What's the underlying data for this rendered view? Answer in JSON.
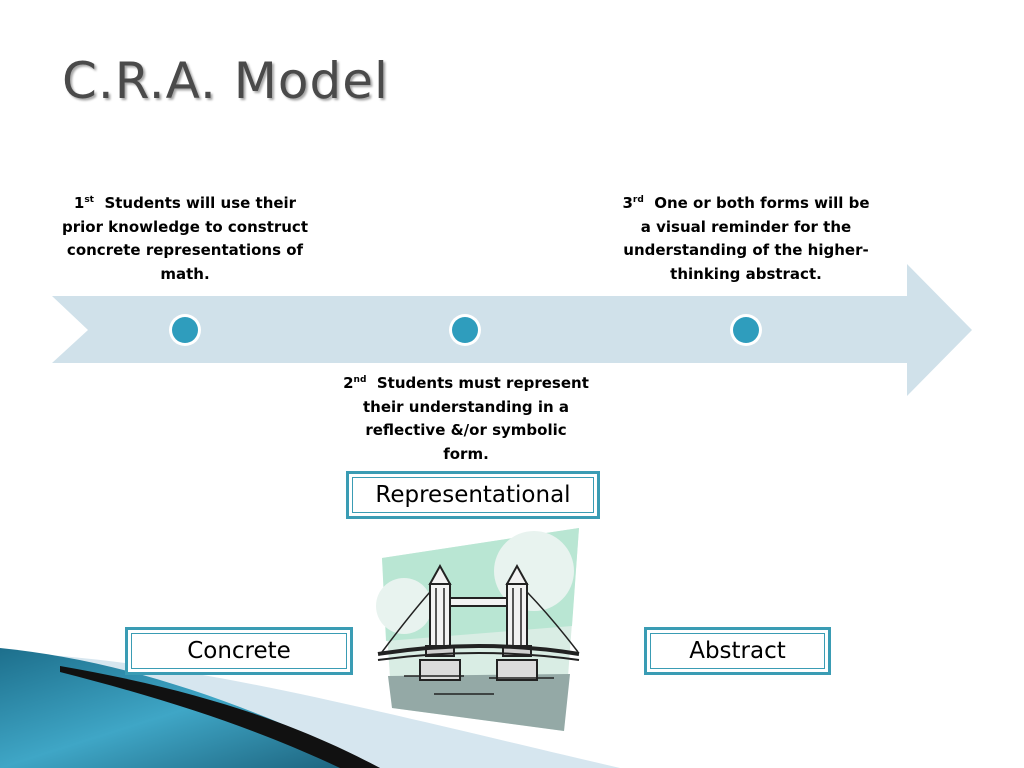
{
  "slide": {
    "title": "C.R.A. Model"
  },
  "steps": [
    {
      "ordinal": "1",
      "suffix": "st",
      "text": "Students will use their prior knowledge to construct concrete representations of math."
    },
    {
      "ordinal": "2",
      "suffix": "nd",
      "text": "Students must represent their understanding in a reflective &/or symbolic form."
    },
    {
      "ordinal": "3",
      "suffix": "rd",
      "text": "One or both forms will be a visual reminder for the understanding of the higher-thinking abstract."
    }
  ],
  "stages": {
    "representational": "Representational",
    "concrete": "Concrete",
    "abstract": "Abstract"
  },
  "icons": {
    "timeline": "arrow-timeline",
    "markers": "circle-marker",
    "picture": "tower-bridge-clipart"
  },
  "colors": {
    "arrow_fill": "#d0e1ea",
    "marker_fill": "#2f9dbd",
    "box_border": "#3a9cb4",
    "title_color": "#4a4a4a"
  }
}
